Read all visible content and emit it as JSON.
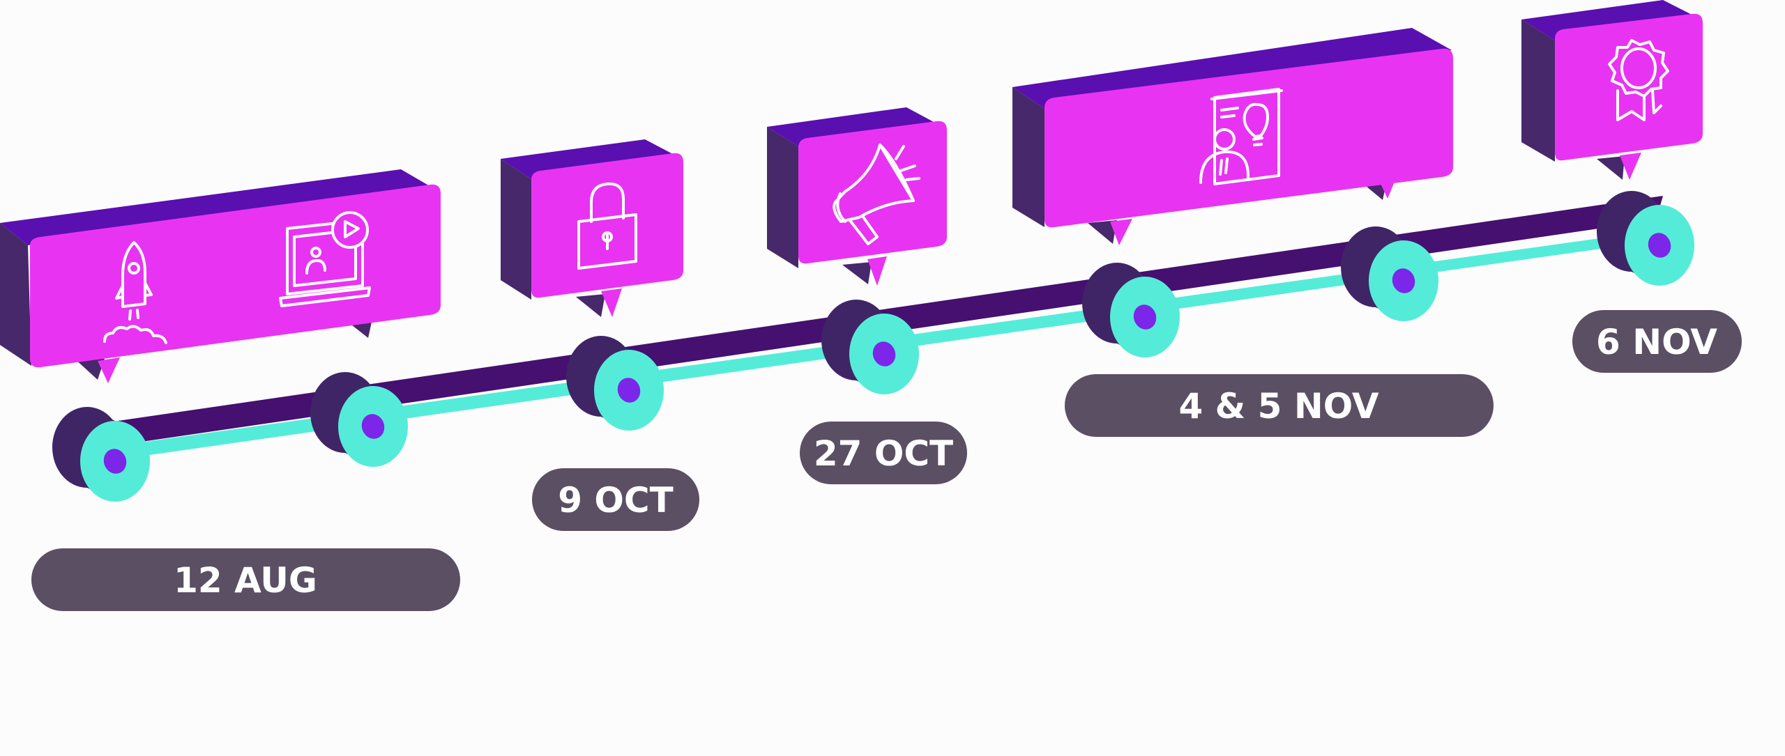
{
  "colors": {
    "background": "#fdfcfd",
    "card_front": "#e834f2",
    "card_side": "#47286b",
    "card_top": "#5a0fb0",
    "track_front": "#54ecd9",
    "track_back": "#45106f",
    "node_side": "#3f2566",
    "node_center": "#7b26e8",
    "pill": "#5b4f63",
    "pill_text": "#ffffff",
    "icon_stroke": "#ffffff"
  },
  "milestones": [
    {
      "date": "12 AUG",
      "icons": [
        "rocket-icon",
        "laptop-video-icon"
      ]
    },
    {
      "date": "9 OCT",
      "icons": [
        "padlock-icon"
      ]
    },
    {
      "date": "27 OCT",
      "icons": [
        "megaphone-icon"
      ]
    },
    {
      "date": "4 & 5 NOV",
      "icons": [
        "presentation-idea-icon"
      ]
    },
    {
      "date": "6 NOV",
      "icons": [
        "award-badge-icon"
      ]
    }
  ]
}
